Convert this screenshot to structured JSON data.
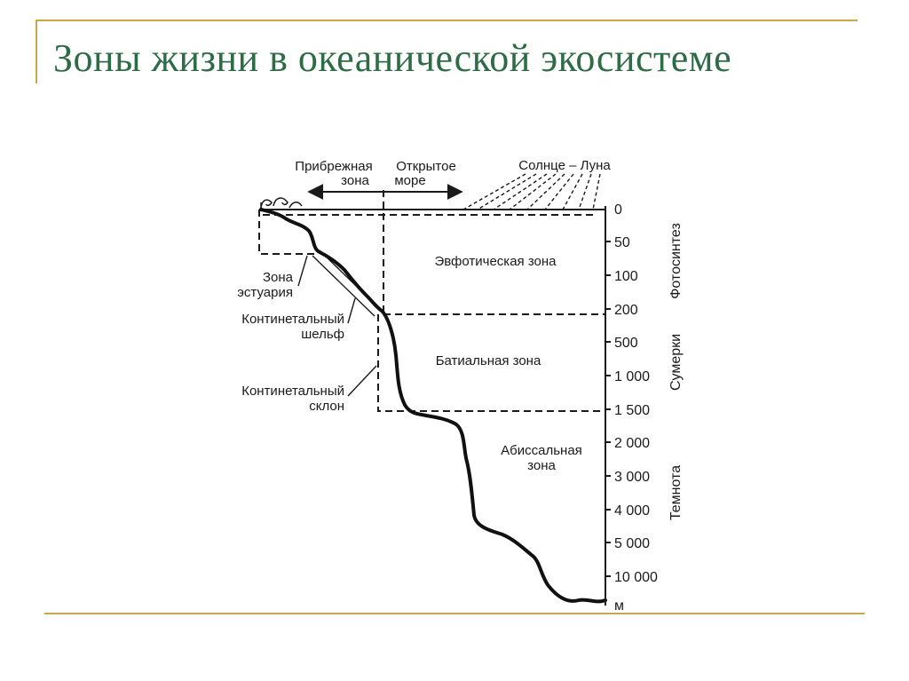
{
  "slide": {
    "title": "Зоны жизни в океанической экосистеме"
  },
  "diagram": {
    "labels": {
      "coastal_zone_line1": "Прибрежная",
      "coastal_zone_line2": "зона",
      "open_sea_line1": "Открытое",
      "open_sea_line2": "море",
      "sun_moon": "Солнце – Луна",
      "euphotic_zone": "Эвфотическая зона",
      "bathyal_zone": "Батиальная зона",
      "abyssal_zone_line1": "Абиссальная",
      "abyssal_zone_line2": "зона",
      "estuary_line1": "Зона",
      "estuary_line2": "эстуария",
      "shelf_line1": "Континетальный",
      "shelf_line2": "шельф",
      "slope_line1": "Континетальный",
      "slope_line2": "склон",
      "photosynthesis": "Фотосинтез",
      "twilight": "Сумерки",
      "darkness": "Темнота"
    },
    "depth_scale": {
      "ticks": [
        "0",
        "50",
        "100",
        "200",
        "500",
        "1 000",
        "1 500",
        "2 000",
        "3 000",
        "4 000",
        "5 000",
        "10 000"
      ],
      "unit": "м"
    },
    "colors": {
      "title": "#2e6b47",
      "rule": "#c8a84a",
      "ink": "#1a1a1a"
    }
  }
}
